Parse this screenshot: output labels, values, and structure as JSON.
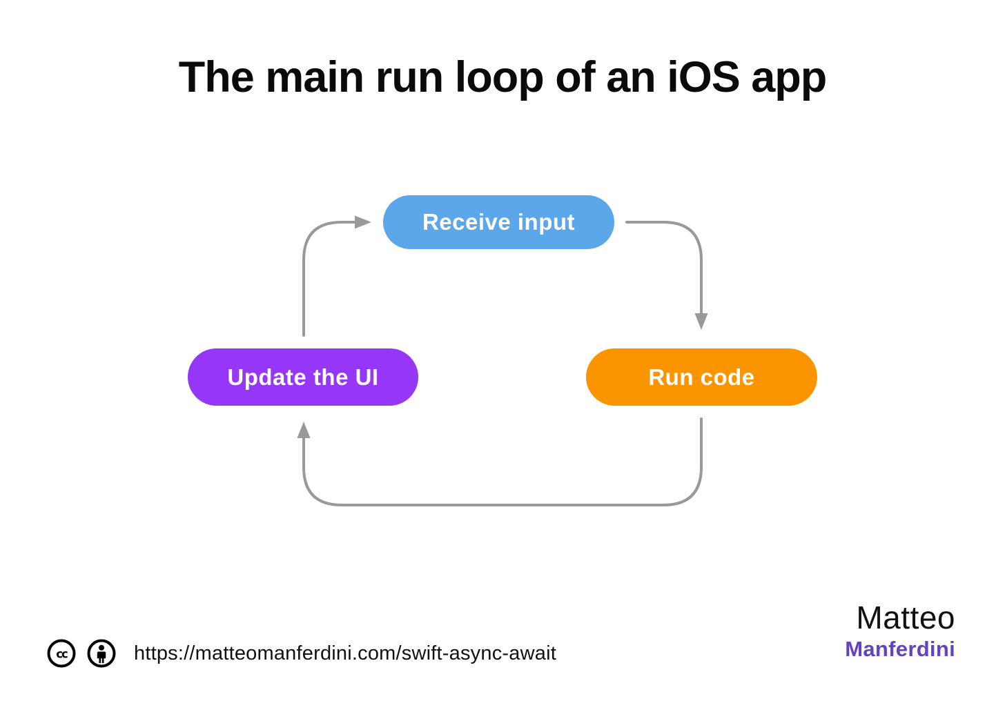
{
  "title": "The main run loop of an iOS app",
  "diagram": {
    "arrow_color": "#999999",
    "nodes": [
      {
        "id": "receive-input",
        "label": "Receive input",
        "color": "#5BA7EA"
      },
      {
        "id": "run-code",
        "label": "Run code",
        "color": "#FA9500"
      },
      {
        "id": "update-the-ui",
        "label": "Update the UI",
        "color": "#9636F6"
      }
    ],
    "edges": [
      {
        "from": "update-the-ui",
        "to": "receive-input"
      },
      {
        "from": "receive-input",
        "to": "run-code"
      },
      {
        "from": "run-code",
        "to": "update-the-ui"
      }
    ]
  },
  "footer": {
    "license": {
      "icons": [
        "cc-icon",
        "attribution-icon"
      ],
      "url": "https://matteomanferdini.com/swift-async-await"
    },
    "brand": {
      "first_name": "Matteo",
      "last_name": "Manferdini",
      "last_name_color": "#6442C0"
    }
  }
}
